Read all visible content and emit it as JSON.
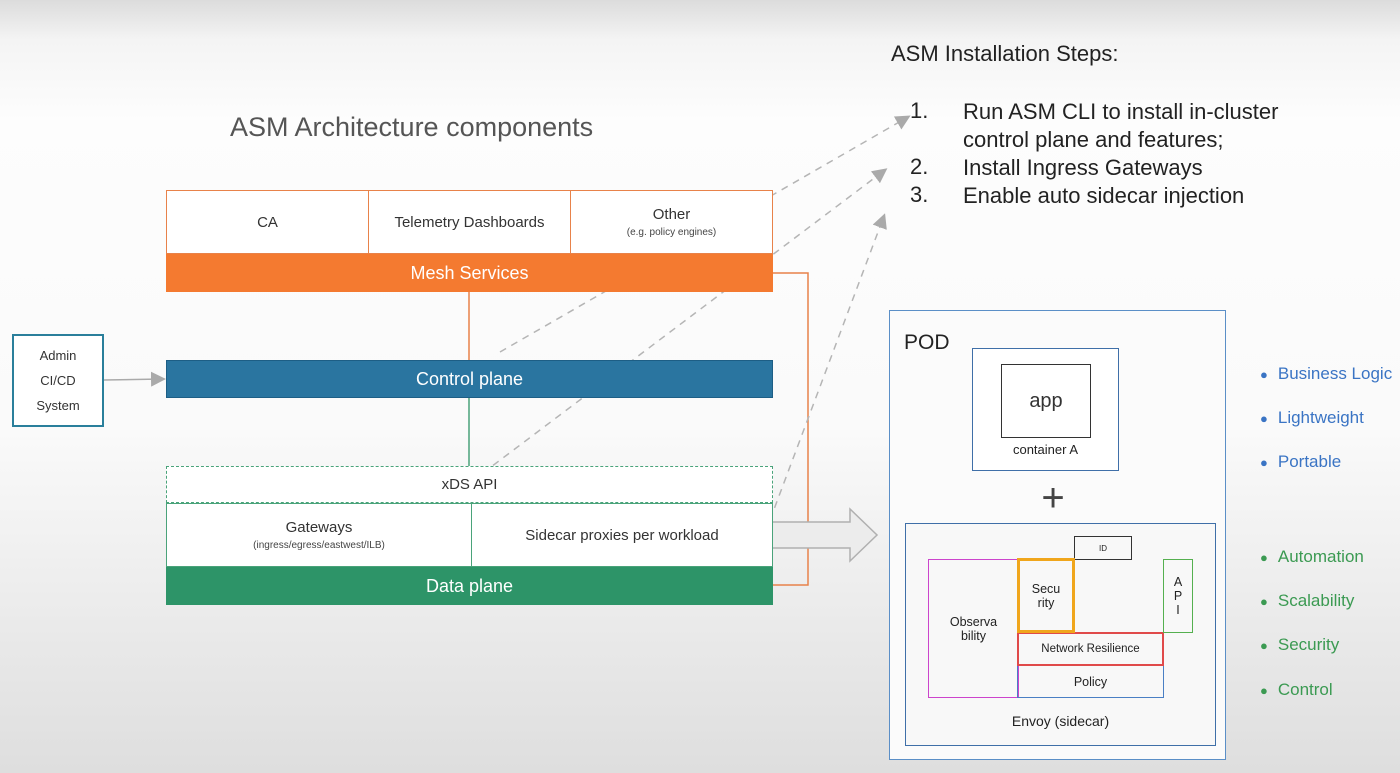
{
  "architecture": {
    "title": "ASM Architecture components",
    "mesh_services": {
      "cells": [
        {
          "label": "CA",
          "sub": ""
        },
        {
          "label": "Telemetry Dashboards",
          "sub": ""
        },
        {
          "label": "Other",
          "sub": "(e.g. policy engines)"
        }
      ],
      "bar_label": "Mesh Services"
    },
    "control_plane": {
      "label": "Control plane"
    },
    "admin": {
      "lines": [
        "Admin",
        "CI/CD",
        "System"
      ]
    },
    "data_plane": {
      "xds_label": "xDS API",
      "gateways": {
        "label": "Gateways",
        "sub": "(ingress/egress/eastwest/ILB)"
      },
      "sidecars": {
        "label": "Sidecar proxies per workload"
      },
      "bar_label": "Data plane"
    },
    "colors": {
      "mesh_services": "#f47a30",
      "control_plane": "#2a75a0",
      "data_plane": "#2d9468"
    }
  },
  "installation": {
    "title": "ASM Installation Steps:",
    "steps": [
      {
        "num": "1.",
        "lines": [
          "Run ASM CLI to install in-cluster",
          "control plane and features;"
        ]
      },
      {
        "num": "2.",
        "lines": [
          "Install Ingress Gateways"
        ]
      },
      {
        "num": "3.",
        "lines": [
          "Enable auto sidecar injection"
        ]
      }
    ]
  },
  "pod": {
    "label": "POD",
    "app_label": "app",
    "container_label": "container A",
    "plus_icon": "+",
    "envoy": {
      "label": "Envoy (sidecar)",
      "id_label": "ID",
      "observability": [
        "Observa",
        "bility"
      ],
      "security": [
        "Secu",
        "rity"
      ],
      "api": [
        "A",
        "P",
        "I"
      ],
      "network_resilience": "Network Resilience",
      "policy": "Policy"
    }
  },
  "attributes": {
    "app_traits": [
      "Business Logic",
      "Lightweight",
      "Portable"
    ],
    "sidecar_traits": [
      "Automation",
      "Scalability",
      "Security",
      "Control"
    ],
    "colors": {
      "app_traits": "#3a74c4",
      "sidecar_traits": "#3b9a52"
    }
  }
}
